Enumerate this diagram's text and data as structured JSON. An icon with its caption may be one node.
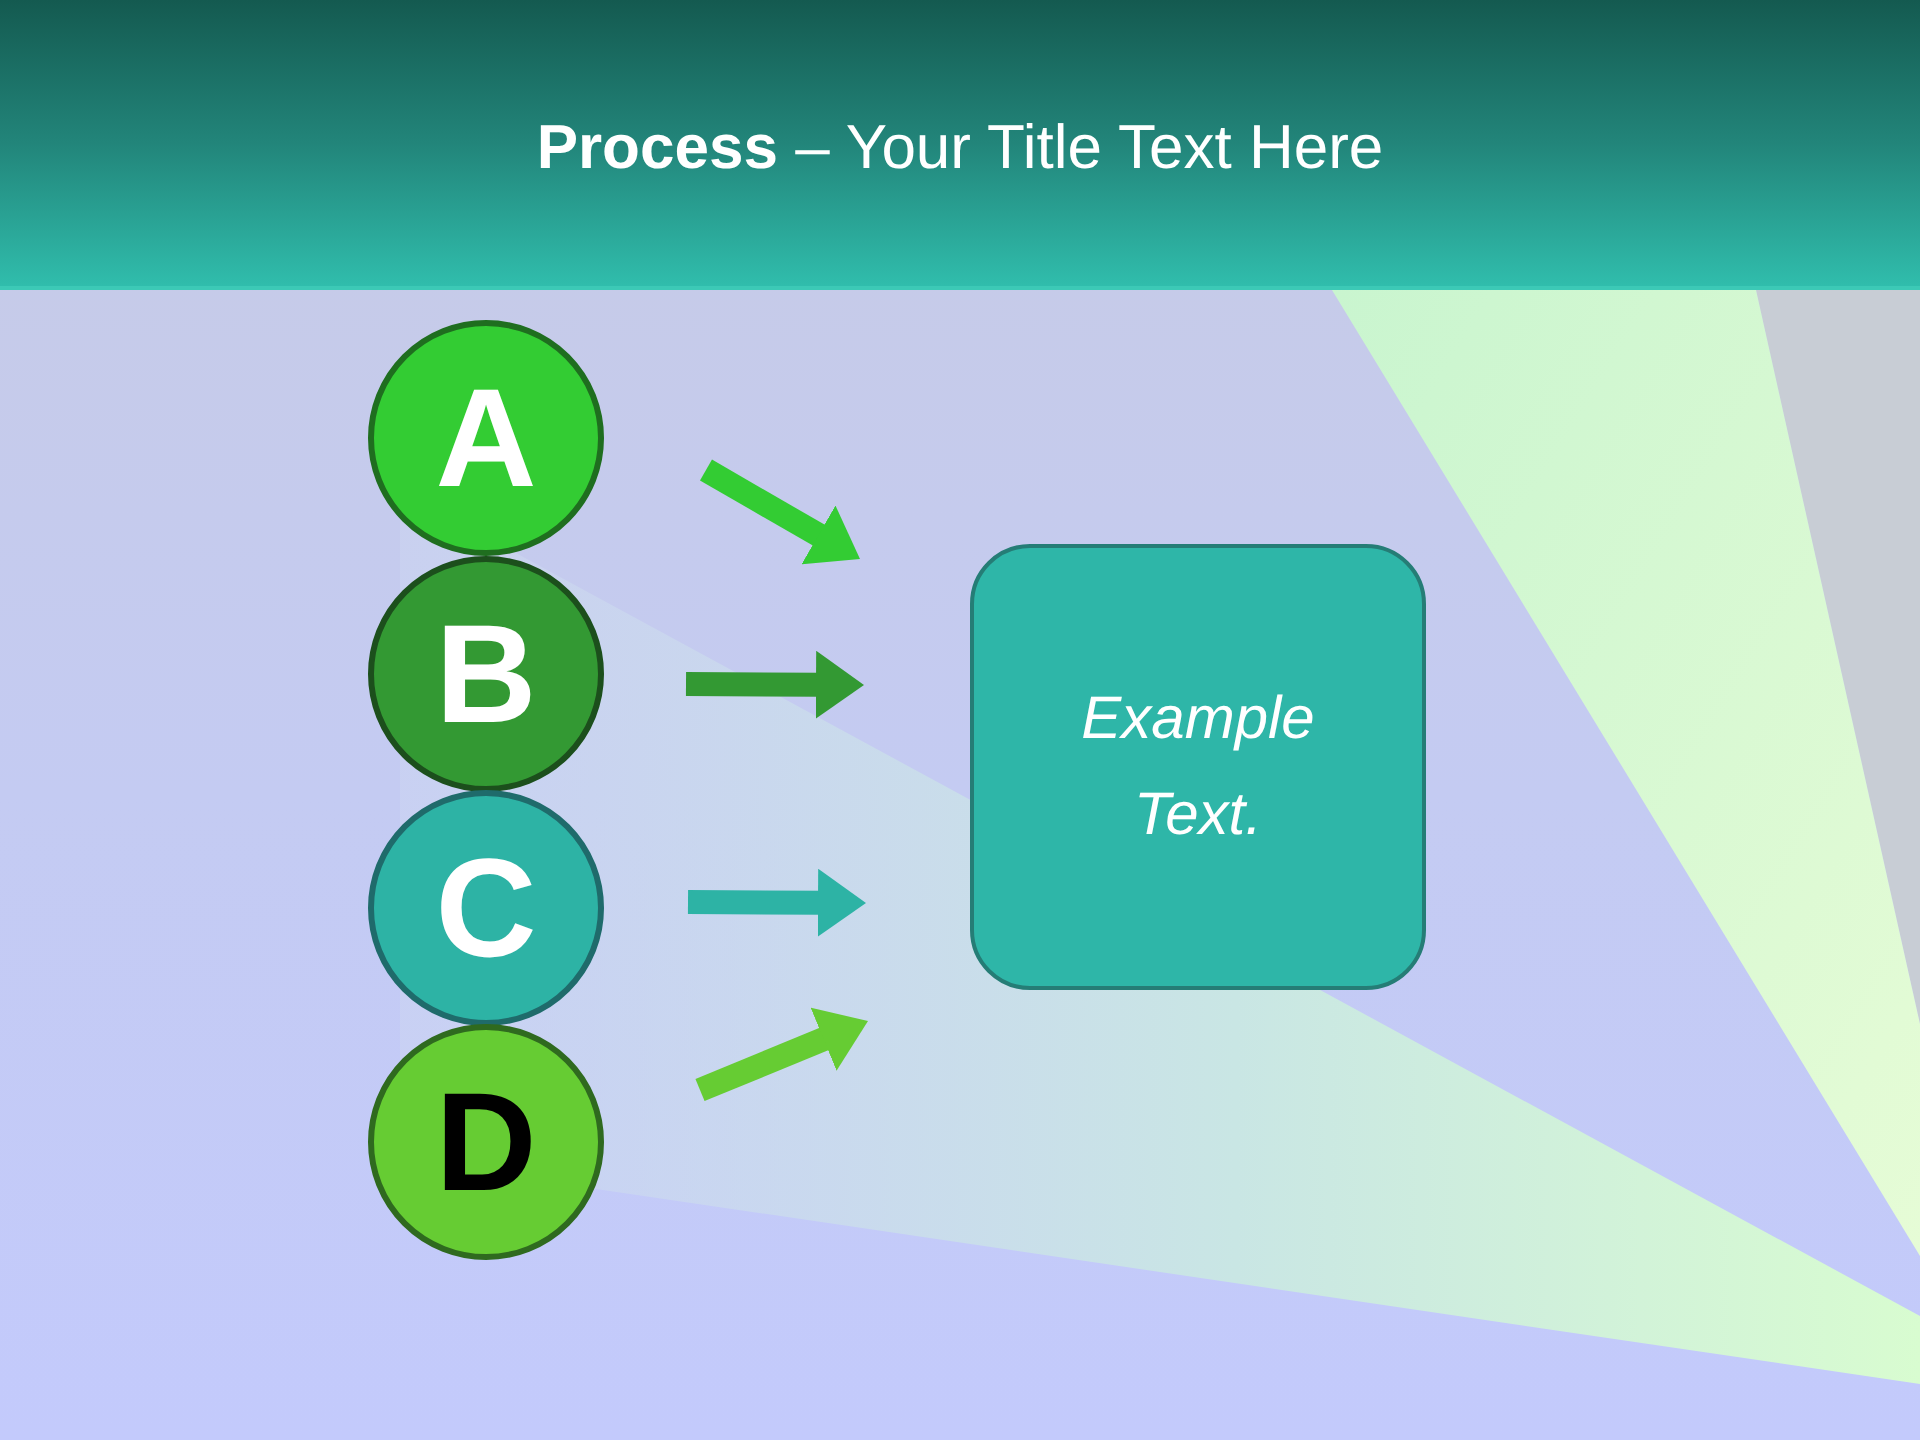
{
  "diagram": {
    "title": "**Process** – Your Title Text Here",
    "nodes": [
      {
        "text": [
          "A"
        ]
      },
      {
        "text": [
          "B"
        ]
      },
      {
        "text": [
          "C"
        ]
      },
      {
        "text": [
          "D"
        ]
      },
      {
        "text": [
          "Example Text."
        ]
      }
    ],
    "edges": [
      {
        "from": 0,
        "to": 4,
        "arrow": "to",
        "color": "#33cc33"
      },
      {
        "from": 1,
        "to": 4,
        "arrow": "to",
        "color": "#339933"
      },
      {
        "from": 2,
        "to": 4,
        "arrow": "to",
        "color": "#2db3a5"
      },
      {
        "from": 3,
        "to": 4,
        "arrow": "to",
        "color": "#66cc33"
      }
    ]
  }
}
